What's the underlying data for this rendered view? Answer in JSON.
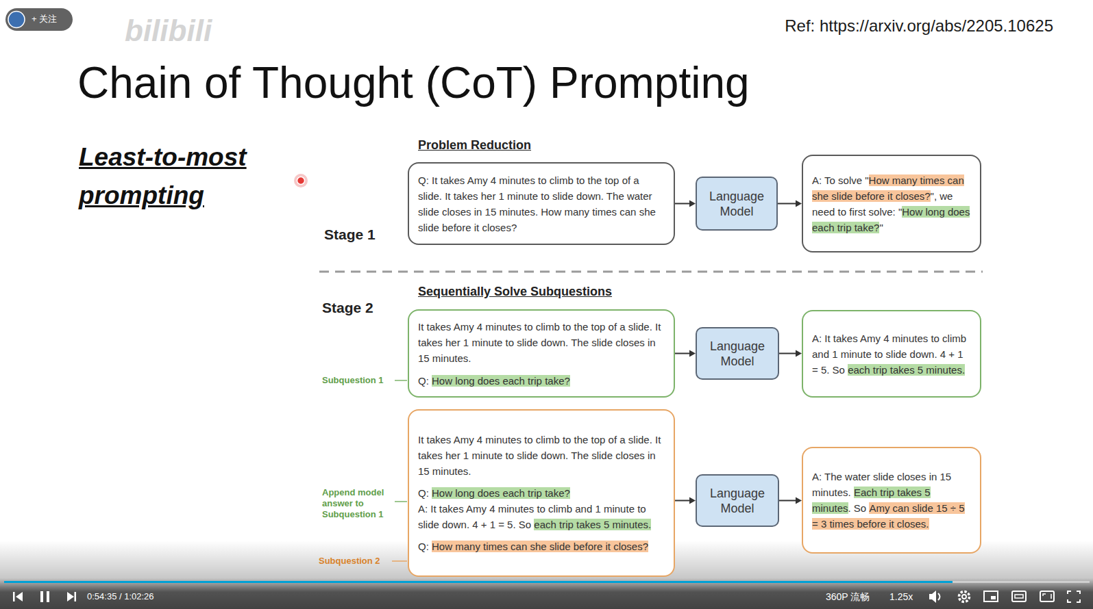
{
  "diagram": {
    "title": "Chain of Thought (CoT) Prompting",
    "nodes": [
      {
        "text": [
          "Q: It takes Amy 4 minutes to climb to the top of a slide. It takes her 1 minute to slide down. The water slide closes in 15 minutes. How many times can she slide before it closes?"
        ]
      },
      {
        "text": [
          "Language Model"
        ]
      },
      {
        "text": [
          "A: To solve \"",
          "How many times can she slide before it closes?",
          "\", we need to first solve: \"",
          "How long does each trip take?",
          "\""
        ]
      },
      {
        "text": [
          "It takes Amy 4 minutes to climb to the top of a slide. It takes her 1 minute to slide down. The slide closes in 15 minutes.",
          "Q:",
          "How long does each trip take?"
        ]
      },
      {
        "text": [
          "Language Model"
        ]
      },
      {
        "text": [
          "A: It takes Amy 4 minutes to climb and 1 minute to slide down. 4 + 1 = 5. So",
          "each trip takes 5 minutes."
        ]
      },
      {
        "text": [
          "It takes Amy 4 minutes to climb to the top of a slide. It takes her 1 minute to slide down. The slide closes in 15 minutes.",
          "Q:",
          "How long does each trip take?",
          "A: It takes Amy 4 minutes to climb and 1 minute to slide down. 4 + 1 = 5. So",
          "each trip takes 5 minutes.",
          "Q:",
          "How many times can she slide before it closes?"
        ]
      },
      {
        "text": [
          "Language Model"
        ]
      },
      {
        "text": [
          "A: The water slide closes in 15 minutes.",
          "Each trip takes 5 minutes",
          ". So",
          "Amy can slide 15 ÷ 5 = 3 times before it closes."
        ]
      }
    ],
    "edges": [
      {
        "from": 0,
        "to": 1,
        "arrow": "to"
      },
      {
        "from": 1,
        "to": 2,
        "arrow": "to"
      },
      {
        "from": 3,
        "to": 4,
        "arrow": "to"
      },
      {
        "from": 4,
        "to": 5,
        "arrow": "to"
      },
      {
        "from": 6,
        "to": 7,
        "arrow": "to"
      },
      {
        "from": 7,
        "to": 8,
        "arrow": "to"
      }
    ],
    "labels": [
      "+ 关注",
      "bilibili",
      "Ref: https://arxiv.org/abs/2205.10625",
      "Least-to-most prompting",
      "Problem Reduction",
      "Stage 1",
      "Sequentially Solve Subquestions",
      "Stage 2",
      "Subquestion 1",
      "Append model answer to Subquestion 1",
      "Subquestion 2",
      "0:54:35 / 1:02:26",
      "360P 流畅",
      "1.25x"
    ]
  }
}
